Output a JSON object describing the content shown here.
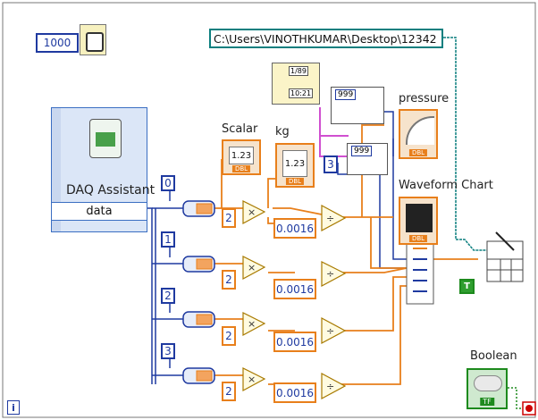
{
  "constants": {
    "wait_ms": "1000",
    "index_0": "0",
    "index_1": "1",
    "index_2": "2",
    "index_3": "3",
    "multiplier": "2",
    "divisor": "0.0016",
    "chart_count": "3",
    "num_123": "1.23",
    "num_999": "999",
    "time_display": "1/89",
    "time_display_2": "10:21"
  },
  "file_path": "C:\\Users\\VINOTHKUMAR\\Desktop\\12342",
  "daq": {
    "title": "DAQ Assistant",
    "output": "data"
  },
  "indicators": {
    "scalar": "Scalar",
    "kg": "kg",
    "pressure": "pressure",
    "waveform_chart": "Waveform Chart",
    "boolean": "Boolean"
  },
  "tags": {
    "dbl": "DBL",
    "tf": "TF",
    "true_const": "T",
    "iteration": "i"
  },
  "colors": {
    "orange_wire": "#e87f1b",
    "blue_wire": "#1f3aa0",
    "teal_wire": "#0c7f7f",
    "pink_wire": "#d04fd0",
    "green": "#1d8a1d"
  }
}
